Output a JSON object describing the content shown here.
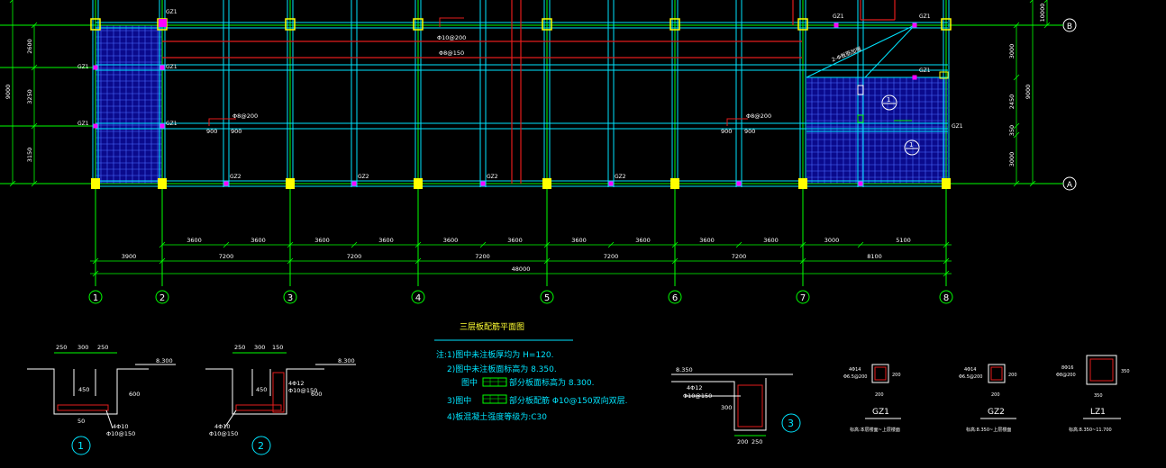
{
  "colors": {
    "background": "#000000",
    "axis": "#00ff00",
    "wall": "#00e5ff",
    "beam": "#e41c1c",
    "slab": "#0a0a8c",
    "mesh": "#4b6bff",
    "column_gz": "#ffff00",
    "column_mark": "#ff00ff",
    "text": "#ffffff",
    "title": "#ffff33",
    "note": "#00e5ff"
  },
  "axes": {
    "columns": [
      "1",
      "2",
      "3",
      "4",
      "5",
      "6",
      "7",
      "8"
    ],
    "rows": [
      "A",
      "B"
    ]
  },
  "dimensions": {
    "bottom_row1": [
      "3600",
      "3600",
      "3600",
      "3600",
      "3600",
      "3600",
      "3600",
      "3600",
      "3600",
      "3600",
      "3000",
      "5100"
    ],
    "bottom_row2": [
      "3900",
      "7200",
      "7200",
      "7200",
      "7200",
      "7200",
      "8100"
    ],
    "bottom_total": "48000",
    "left_row1": [
      "2600",
      "3250",
      "3150"
    ],
    "left_total": "9000",
    "right_row1": [
      "3000",
      "2450",
      "350",
      "3000"
    ],
    "right_total": "9000",
    "right_top": "10000"
  },
  "plan": {
    "column_tags": [
      "GZ1",
      "GZ1",
      "GZ1",
      "GZ1",
      "GZ2",
      "GZ2",
      "GZ2",
      "GZ2",
      "GZ1",
      "GZ1",
      "GZ1",
      "GZ1",
      "GZ1"
    ],
    "rebar_labels": [
      "Φ10@200",
      "Φ8@150",
      "Φ8@200",
      "Φ8@200"
    ],
    "offset_labels": [
      "900",
      "900",
      "900",
      "900"
    ],
    "stair_text": "2-Φ板筋加强",
    "section_markers": [
      "1",
      "1"
    ]
  },
  "title": "三层板配筋平面图",
  "notes": [
    "注:1)图中未注板厚均为 H=120.",
    "2)图中未注板面标高为 8.350.",
    "图中",
    "部分板面标高为 8.300.",
    "3)图中",
    "部分板配筋 Φ10@150双向双层.",
    "4)板混凝土强度等级为:C30"
  ],
  "sections": {
    "s1": {
      "dims": [
        "250",
        "300",
        "250"
      ],
      "elev": "8.300",
      "labels": [
        "450",
        "600",
        "50"
      ],
      "rebar": [
        "4Φ10",
        "Φ10@150"
      ],
      "marker": "1"
    },
    "s2": {
      "dims": [
        "250",
        "300",
        "150"
      ],
      "elev": "8.300",
      "labels": [
        "450",
        "600"
      ],
      "rebar": [
        "4Φ10",
        "Φ10@150",
        "4Φ12",
        "Φ10@150"
      ],
      "marker": "2"
    },
    "s3": {
      "elev": "8.350",
      "rebar": [
        "4Φ12",
        "Φ10@150"
      ],
      "side": "300",
      "dims": [
        "200",
        "250"
      ],
      "marker": "3"
    }
  },
  "column_details": [
    {
      "name": "GZ1",
      "rebar": [
        "4Φ14",
        "Φ6.5@200"
      ],
      "w": "200",
      "h": "200",
      "note": "标高:本层楼面~上层楼面"
    },
    {
      "name": "GZ2",
      "rebar": [
        "4Φ14",
        "Φ6.5@200"
      ],
      "w": "200",
      "h": "200",
      "note": "标高:8.350~上层楼面"
    },
    {
      "name": "LZ1",
      "rebar": [
        "8Φ16",
        "Φ8@200"
      ],
      "w": "350",
      "h": "350",
      "note": "标高:8.350~11.700"
    }
  ]
}
